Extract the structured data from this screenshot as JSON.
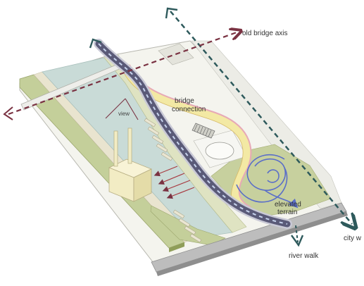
{
  "labels": {
    "old_bridge_axis": "old bridge axis",
    "bridge_connection_1": "bridge",
    "bridge_connection_2": "connection",
    "view": "view",
    "elevated_terrain_1": "elevated",
    "elevated_terrain_2": "terrain",
    "city_walk": "city w",
    "river_walk": "river walk"
  },
  "colors": {
    "river": "#c9dbd7",
    "land": "#f4f4ee",
    "green": "#c4cf9a",
    "dark_green": "#8f9e59",
    "bridge_yellow": "#f3e9a4",
    "bridge_pink": "#e7c4cb",
    "walk_path": "#5a5a78",
    "axis_arrow": "#7a3242",
    "city_arrow": "#2e5a5c",
    "terrain_spiral": "#5a6ec8",
    "building": "#f2ecc4"
  },
  "icons": [
    "arrow-head-icon"
  ]
}
